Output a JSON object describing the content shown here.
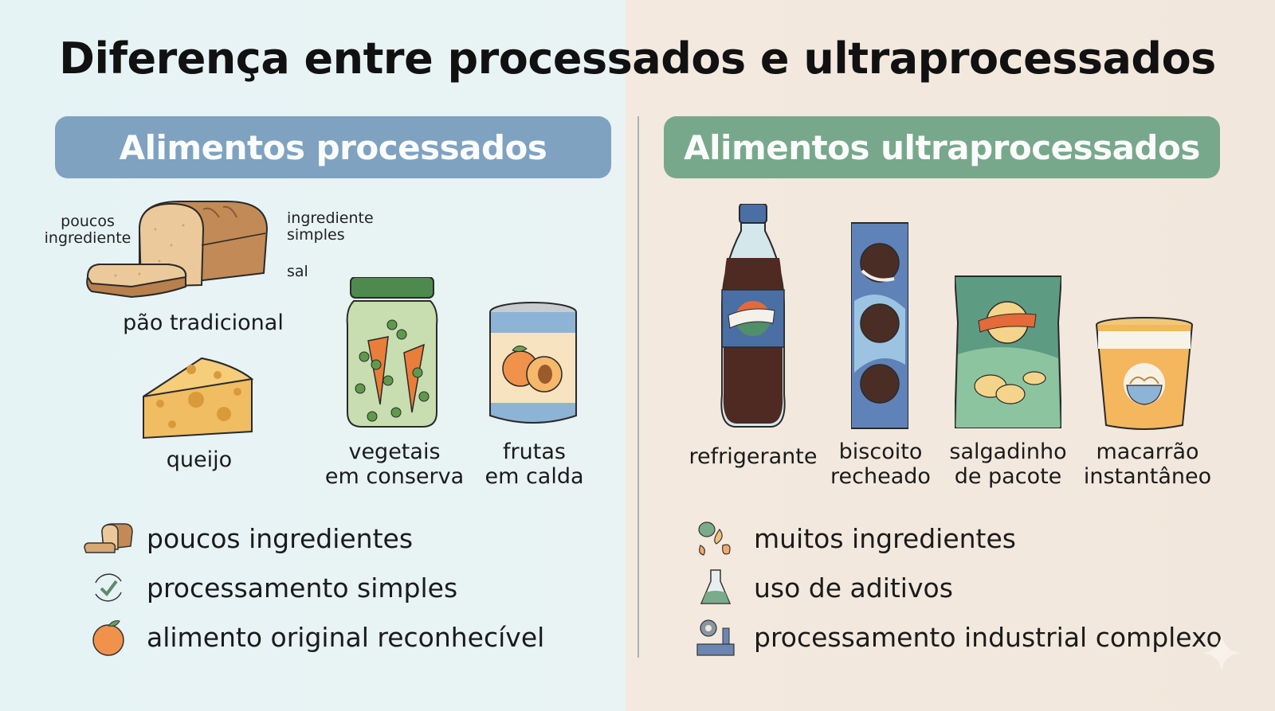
{
  "title": "Diferença entre processados e ultraprocessados",
  "left_panel": {
    "header": "Alimentos processados",
    "color": "#7fa2c1",
    "bread_annotations": {
      "left": "poucos\ningrediente",
      "top_right": "ingrediente\nsimples",
      "bottom_right": "sal"
    },
    "items": [
      {
        "label": "pão tradicional",
        "icon": "bread-loaf-icon"
      },
      {
        "label": "queijo",
        "icon": "cheese-wedge-icon"
      },
      {
        "label": "vegetais\nem conserva",
        "icon": "vegetable-jar-icon"
      },
      {
        "label": "frutas\nem calda",
        "icon": "canned-peach-icon"
      }
    ],
    "bullets": [
      {
        "text": "poucos ingredientes",
        "icon": "bread-icon"
      },
      {
        "text": "processamento simples",
        "icon": "check-cycle-icon"
      },
      {
        "text": "alimento original reconhecível",
        "icon": "peach-icon"
      }
    ]
  },
  "right_panel": {
    "header": "Alimentos ultraprocessados",
    "color": "#78a88b",
    "items": [
      {
        "label": "refrigerante",
        "icon": "soda-bottle-icon"
      },
      {
        "label": "biscoito\nrecheado",
        "icon": "cookie-pack-icon"
      },
      {
        "label": "salgadinho\nde pacote",
        "icon": "chips-bag-icon"
      },
      {
        "label": "macarrão\ninstantâneo",
        "icon": "noodle-cup-icon"
      }
    ],
    "bullets": [
      {
        "text": "muitos ingredientes",
        "icon": "ingredients-icon"
      },
      {
        "text": "uso de aditivos",
        "icon": "flask-icon"
      },
      {
        "text": "processamento industrial complexo",
        "icon": "factory-gear-icon"
      }
    ]
  }
}
